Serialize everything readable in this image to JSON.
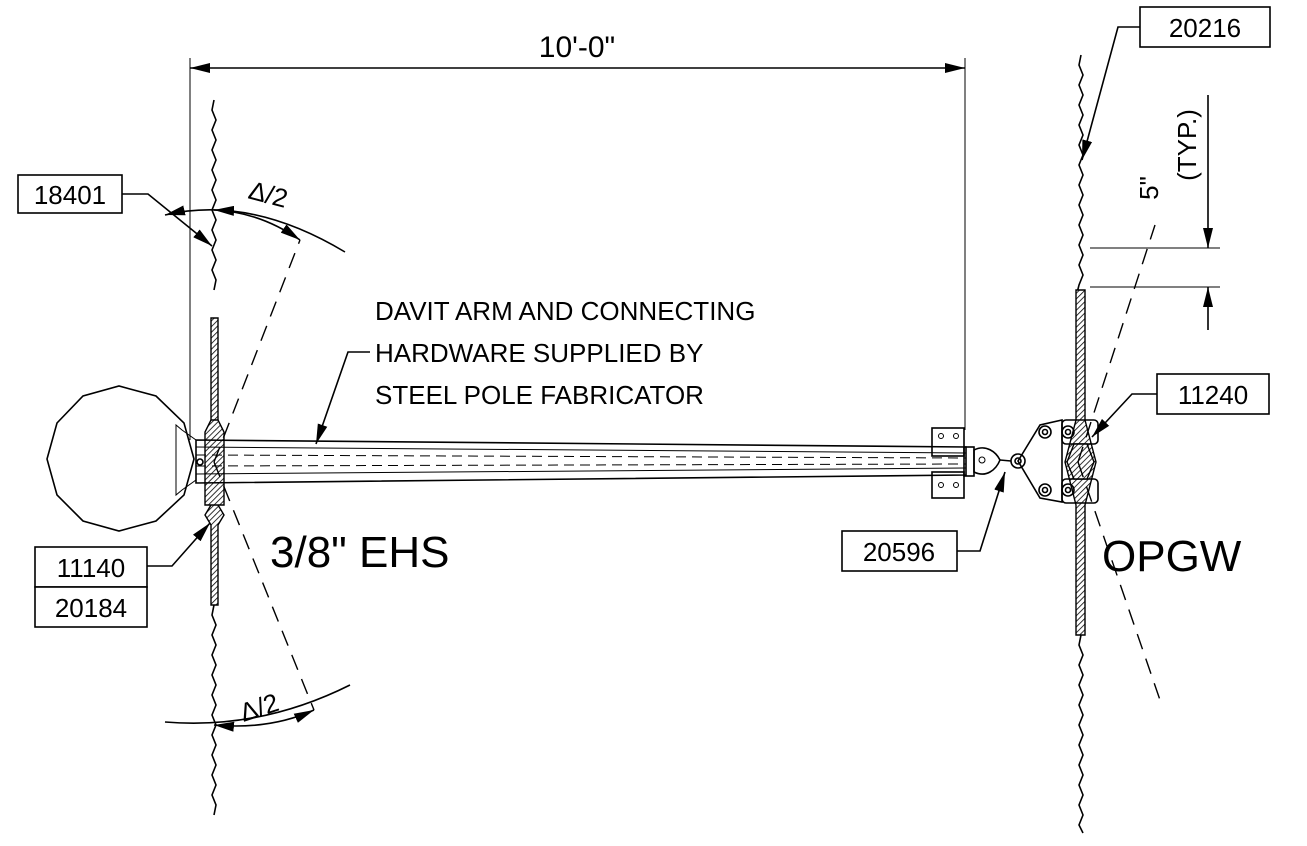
{
  "dimensions": {
    "span": "10'-0\"",
    "typ_primary": "5\"",
    "typ_secondary": "(TYP.)",
    "angle_upper": "Δ/2",
    "angle_lower": "Δ/2"
  },
  "callouts": {
    "c18401": "18401",
    "c11140": "11140",
    "c20184": "20184",
    "c20596": "20596",
    "c11240": "11240",
    "c20216": "20216"
  },
  "note": {
    "line1": "DAVIT ARM AND CONNECTING",
    "line2": "HARDWARE SUPPLIED BY",
    "line3": "STEEL POLE  FABRICATOR"
  },
  "labels": {
    "left_wire": "3/8\" EHS",
    "right_wire": "OPGW"
  }
}
